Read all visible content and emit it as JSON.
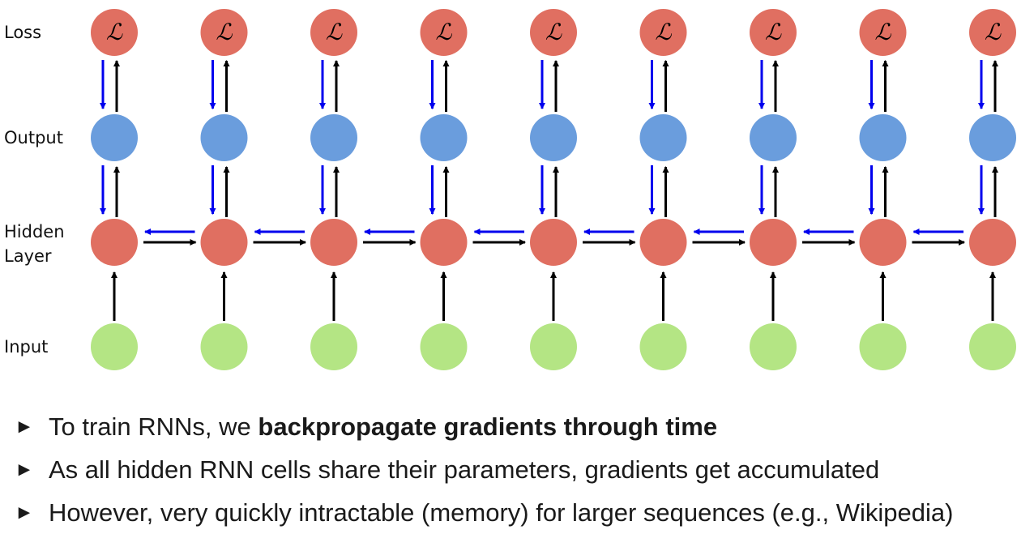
{
  "diagram": {
    "row_labels": {
      "loss": "Loss",
      "output": "Output",
      "hidden": "Hidden\nLayer",
      "input": "Input"
    },
    "loss_symbol": "ℒ",
    "timesteps": 9,
    "colors": {
      "loss_node": "#e06f61",
      "output_node": "#6a9ddd",
      "hidden_node": "#e06f61",
      "input_node": "#b4e584",
      "forward_arrow": "#000000",
      "backward_arrow": "#0000ee"
    }
  },
  "bullets": [
    {
      "marker": "►",
      "text": "To train RNNs, we ",
      "bold": "backpropagate gradients through time"
    },
    {
      "marker": "►",
      "text": "As all hidden RNN cells share their parameters, gradients get accumulated",
      "bold": ""
    },
    {
      "marker": "►",
      "text": "However, very quickly intractable (memory) for larger sequences (e.g., Wikipedia)",
      "bold": ""
    }
  ]
}
